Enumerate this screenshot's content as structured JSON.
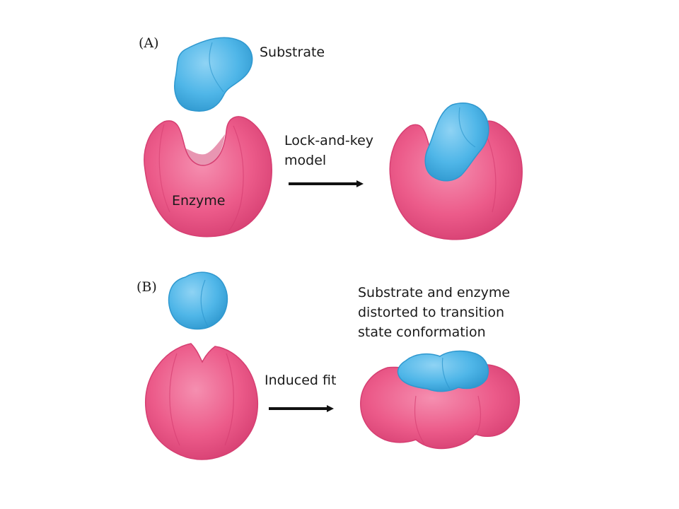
{
  "panel_a": {
    "tag": "(A)",
    "substrate_label": "Substrate",
    "enzyme_label": "Enzyme",
    "arrow_label_line1": "Lock-and-key",
    "arrow_label_line2": "model"
  },
  "panel_b": {
    "tag": "(B)",
    "arrow_label": "Induced fit",
    "result_line1": "Substrate and enzyme",
    "result_line2": "distorted to transition",
    "result_line3": "state conformation"
  },
  "colors": {
    "enzyme": "#ec5b8a",
    "enzyme_dark": "#d63f72",
    "enzyme_light": "#f58fb0",
    "substrate": "#4fb6e8",
    "substrate_dark": "#2f98cf",
    "substrate_light": "#8fd3f4",
    "arrow": "#111111"
  }
}
